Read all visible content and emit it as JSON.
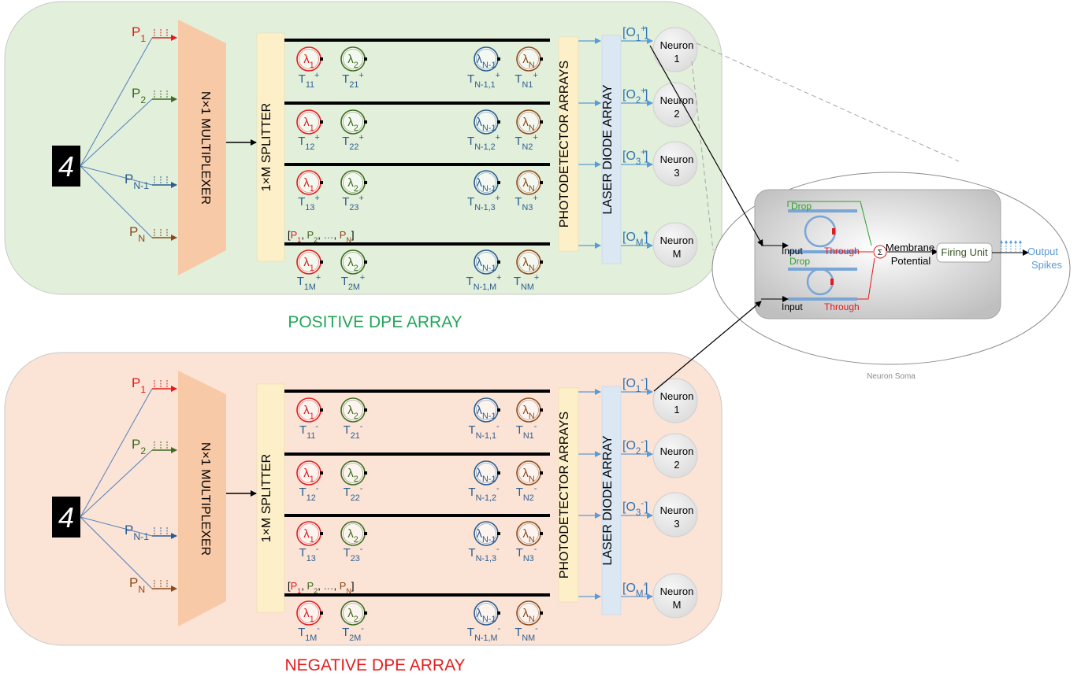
{
  "input_digit": "4",
  "positive": {
    "title": "POSITIVE DPE ARRAY",
    "inputs": [
      {
        "base": "P",
        "sub": "1",
        "color": "#e31a1c"
      },
      {
        "base": "P",
        "sub": "2",
        "color": "#3e6b20"
      },
      {
        "base": "P",
        "sub": "N-1",
        "color": "#2c5d8f"
      },
      {
        "base": "P",
        "sub": "N",
        "color": "#8c4a1b"
      }
    ],
    "multiplexer": "N×1 MULTIPLEXER",
    "splitter": "1×M SPLITTER",
    "bus_label": {
      "open": "[",
      "items": [
        "P",
        "P",
        "…",
        "P"
      ],
      "subs": [
        "1",
        "2",
        "",
        "N"
      ],
      "close": "]"
    },
    "rows": [
      {
        "rings": [
          "λ1",
          "λ2",
          "λN-1",
          "λN"
        ],
        "t": [
          [
            "T",
            "11",
            "+"
          ],
          [
            "T",
            "21",
            "+"
          ],
          [
            "T",
            "N-1,1",
            "+"
          ],
          [
            "T",
            "N1",
            "+"
          ]
        ],
        "out": [
          "O",
          "1",
          "+"
        ],
        "neuron": [
          "Neuron",
          "1"
        ]
      },
      {
        "rings": [
          "λ1",
          "λ2",
          "λN-1",
          "λN"
        ],
        "t": [
          [
            "T",
            "12",
            "+"
          ],
          [
            "T",
            "22",
            "+"
          ],
          [
            "T",
            "N-1,2",
            "+"
          ],
          [
            "T",
            "N2",
            "+"
          ]
        ],
        "out": [
          "O",
          "2",
          "+"
        ],
        "neuron": [
          "Neuron",
          "2"
        ]
      },
      {
        "rings": [
          "λ1",
          "λ2",
          "λN-1",
          "λN"
        ],
        "t": [
          [
            "T",
            "13",
            "+"
          ],
          [
            "T",
            "23",
            "+"
          ],
          [
            "T",
            "N-1,3",
            "+"
          ],
          [
            "T",
            "N3",
            "+"
          ]
        ],
        "out": [
          "O",
          "3",
          "+"
        ],
        "neuron": [
          "Neuron",
          "3"
        ]
      },
      {
        "rings": [
          "λ1",
          "λ2",
          "λN-1",
          "λN"
        ],
        "t": [
          [
            "T",
            "1M",
            "+"
          ],
          [
            "T",
            "2M",
            "+"
          ],
          [
            "T",
            "N-1,M",
            "+"
          ],
          [
            "T",
            "NM",
            "+"
          ]
        ],
        "out": [
          "O",
          "M",
          "+"
        ],
        "neuron": [
          "Neuron",
          "M"
        ]
      }
    ],
    "photodetector": "PHOTODETECTOR ARRAYS",
    "laser": "LASER DIODE ARRAY"
  },
  "negative": {
    "title": "NEGATIVE DPE ARRAY",
    "inputs": [
      {
        "base": "P",
        "sub": "1",
        "color": "#e31a1c"
      },
      {
        "base": "P",
        "sub": "2",
        "color": "#3e6b20"
      },
      {
        "base": "P",
        "sub": "N-1",
        "color": "#2c5d8f"
      },
      {
        "base": "P",
        "sub": "N",
        "color": "#8c4a1b"
      }
    ],
    "multiplexer": "N×1 MULTIPLEXER",
    "splitter": "1×M SPLITTER",
    "bus_label": {
      "open": "[",
      "items": [
        "P",
        "P",
        "…",
        "P"
      ],
      "subs": [
        "1",
        "2",
        "",
        "N"
      ],
      "close": "]"
    },
    "rows": [
      {
        "rings": [
          "λ1",
          "λ2",
          "λN-1",
          "λN"
        ],
        "t": [
          [
            "T",
            "11",
            "-"
          ],
          [
            "T",
            "21",
            "-"
          ],
          [
            "T",
            "N-1,1",
            "-"
          ],
          [
            "T",
            "N1",
            "-"
          ]
        ],
        "out": [
          "O",
          "1",
          "-"
        ],
        "neuron": [
          "Neuron",
          "1"
        ]
      },
      {
        "rings": [
          "λ1",
          "λ2",
          "λN-1",
          "λN"
        ],
        "t": [
          [
            "T",
            "12",
            "-"
          ],
          [
            "T",
            "22",
            "-"
          ],
          [
            "T",
            "N-1,2",
            "-"
          ],
          [
            "T",
            "N2",
            "-"
          ]
        ],
        "out": [
          "O",
          "2",
          "-"
        ],
        "neuron": [
          "Neuron",
          "2"
        ]
      },
      {
        "rings": [
          "λ1",
          "λ2",
          "λN-1",
          "λN"
        ],
        "t": [
          [
            "T",
            "13",
            "-"
          ],
          [
            "T",
            "23",
            "-"
          ],
          [
            "T",
            "N-1,3",
            "-"
          ],
          [
            "T",
            "N3",
            "-"
          ]
        ],
        "out": [
          "O",
          "3",
          "-"
        ],
        "neuron": [
          "Neuron",
          "3"
        ]
      },
      {
        "rings": [
          "λ1",
          "λ2",
          "λN-1",
          "λN"
        ],
        "t": [
          [
            "T",
            "1M",
            "-"
          ],
          [
            "T",
            "2M",
            "-"
          ],
          [
            "T",
            "N-1,M",
            "-"
          ],
          [
            "T",
            "NM",
            "-"
          ]
        ],
        "out": [
          "O",
          "M",
          "-"
        ],
        "neuron": [
          "Neuron",
          "M"
        ]
      }
    ],
    "photodetector": "PHOTODETECTOR ARRAYS",
    "laser": "LASER DIODE ARRAY"
  },
  "soma": {
    "caption": "Neuron Soma",
    "drop": "Drop",
    "input": "Input",
    "through": "Through",
    "sigma": "Σ",
    "membrane_1": "Membrane",
    "membrane_2": "Potential",
    "firing_unit": "Firing Unit",
    "output_1": "Output",
    "output_2": "Spikes"
  },
  "colors": {
    "positive_bg": "#e2efda",
    "negative_bg": "#fbe3d6",
    "positive_title": "#22a65a",
    "negative_title": "#e51d1d",
    "mux": "#f8c9a6",
    "splitter": "#fdf0c8",
    "laser": "#dbe7f3",
    "neuron": "#e9e9e9",
    "ring_colors": [
      "#e31a1c",
      "#3e6b20",
      "#2c5d8f",
      "#8c4a1b"
    ],
    "t_label": "#2c5d8f",
    "out_label": "#2e75b6",
    "arrow_blue": "#5b9bd5"
  }
}
